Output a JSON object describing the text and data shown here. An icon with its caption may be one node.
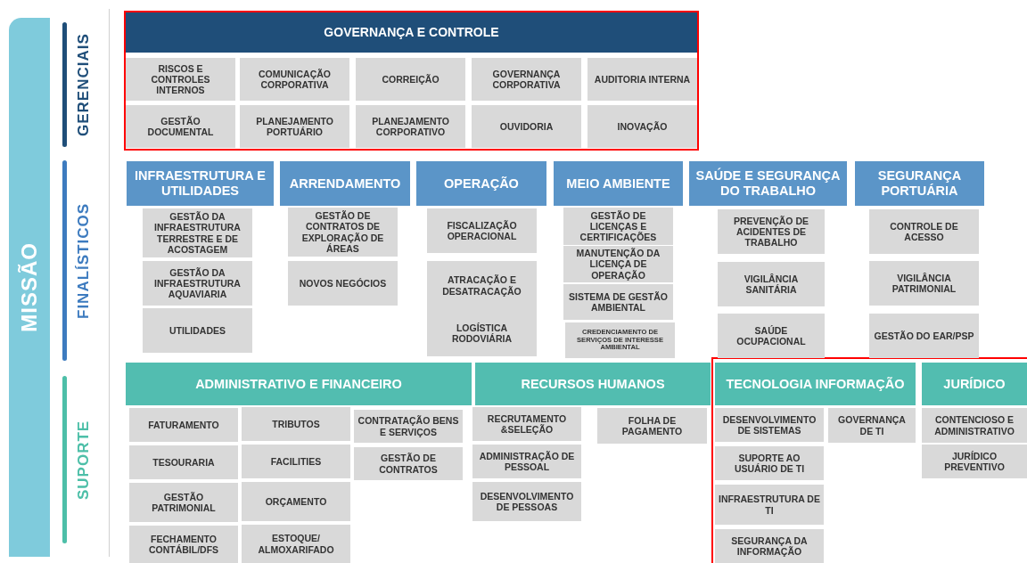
{
  "diagram": {
    "nodes": [
      {
        "text": [
          "MISSÃO"
        ]
      },
      {
        "text": [
          "GOVERNANÇA E CONTROLE"
        ]
      },
      {
        "text": [
          "RISCOS E CONTROLES INTERNOS"
        ]
      },
      {
        "text": [
          "COMUNICAÇÃO CORPORATIVA"
        ]
      },
      {
        "text": [
          "CORREIÇÃO"
        ]
      },
      {
        "text": [
          "GOVERNANÇA CORPORATIVA"
        ]
      },
      {
        "text": [
          "AUDITORIA INTERNA"
        ]
      },
      {
        "text": [
          "GESTÃO DOCUMENTAL"
        ]
      },
      {
        "text": [
          "PLANEJAMENTO PORTUÁRIO"
        ]
      },
      {
        "text": [
          "PLANEJAMENTO CORPORATIVO"
        ]
      },
      {
        "text": [
          "OUVIDORIA"
        ]
      },
      {
        "text": [
          "INOVAÇÃO"
        ]
      },
      {
        "text": [
          "INFRAESTRUTURA E UTILIDADES"
        ]
      },
      {
        "text": [
          "ARRENDAMENTO"
        ]
      },
      {
        "text": [
          "OPERAÇÃO"
        ]
      },
      {
        "text": [
          "MEIO AMBIENTE"
        ]
      },
      {
        "text": [
          "SAÚDE E SEGURANÇA DO TRABALHO"
        ]
      },
      {
        "text": [
          "SEGURANÇA PORTUÁRIA"
        ]
      },
      {
        "text": [
          "GESTÃO DA INFRAESTRUTURA TERRESTRE E DE ACOSTAGEM"
        ]
      },
      {
        "text": [
          "GESTÃO DA INFRAESTRUTURA AQUAVIARIA"
        ]
      },
      {
        "text": [
          "UTILIDADES"
        ]
      },
      {
        "text": [
          "GESTÃO DE CONTRATOS DE EXPLORAÇÃO DE ÁREAS"
        ]
      },
      {
        "text": [
          "NOVOS NEGÓCIOS"
        ]
      },
      {
        "text": [
          "FISCALIZAÇÃO OPERACIONAL"
        ]
      },
      {
        "text": [
          "ATRACAÇÃO E DESATRACAÇÃO"
        ]
      },
      {
        "text": [
          "LOGÍSTICA RODOVIÁRIA"
        ]
      },
      {
        "text": [
          "GESTÃO DE LICENÇAS E CERTIFICAÇÕES"
        ]
      },
      {
        "text": [
          "MANUTENÇÃO DA LICENÇA DE OPERAÇÃO"
        ]
      },
      {
        "text": [
          "SISTEMA DE GESTÃO AMBIENTAL"
        ]
      },
      {
        "text": [
          "CREDENCIAMENTO DE SERVIÇOS DE INTERESSE AMBIENTAL"
        ]
      },
      {
        "text": [
          "PREVENÇÃO DE ACIDENTES DE TRABALHO"
        ]
      },
      {
        "text": [
          "VIGILÂNCIA SANITÁRIA"
        ]
      },
      {
        "text": [
          "SAÚDE OCUPACIONAL"
        ]
      },
      {
        "text": [
          "CONTROLE DE ACESSO"
        ]
      },
      {
        "text": [
          "VIGILÂNCIA PATRIMONIAL"
        ]
      },
      {
        "text": [
          "GESTÃO DO EAR/PSP"
        ]
      },
      {
        "text": [
          "ADMINISTRATIVO E FINANCEIRO"
        ]
      },
      {
        "text": [
          "RECURSOS HUMANOS"
        ]
      },
      {
        "text": [
          "TECNOLOGIA INFORMAÇÃO"
        ]
      },
      {
        "text": [
          "JURÍDICO"
        ]
      },
      {
        "text": [
          "FATURAMENTO"
        ]
      },
      {
        "text": [
          "TESOURARIA"
        ]
      },
      {
        "text": [
          "GESTÃO PATRIMONIAL"
        ]
      },
      {
        "text": [
          "FECHAMENTO CONTÁBIL/DFS"
        ]
      },
      {
        "text": [
          "TRIBUTOS"
        ]
      },
      {
        "text": [
          "FACILITIES"
        ]
      },
      {
        "text": [
          "ORÇAMENTO"
        ]
      },
      {
        "text": [
          "ESTOQUE/ ALMOXARIFADO"
        ]
      },
      {
        "text": [
          "CONTRATAÇÃO BENS E SERVIÇOS"
        ]
      },
      {
        "text": [
          "GESTÃO DE CONTRATOS"
        ]
      },
      {
        "text": [
          "RECRUTAMENTO &SELEÇÃO"
        ]
      },
      {
        "text": [
          "ADMINISTRAÇÃO DE PESSOAL"
        ]
      },
      {
        "text": [
          "DESENVOLVIMENTO DE PESSOAS"
        ]
      },
      {
        "text": [
          "FOLHA DE PAGAMENTO"
        ]
      },
      {
        "text": [
          "DESENVOLVIMENTO DE SISTEMAS"
        ]
      },
      {
        "text": [
          "SUPORTE AO USUÁRIO DE TI"
        ]
      },
      {
        "text": [
          "INFRAESTRUTURA DE TI"
        ]
      },
      {
        "text": [
          "SEGURANÇA DA INFORMAÇÃO"
        ]
      },
      {
        "text": [
          "GOVERNANÇA DE TI"
        ]
      },
      {
        "text": [
          "CONTENCIOSO E ADMINISTRATIVO"
        ]
      },
      {
        "text": [
          "JURÍDICO PREVENTIVO"
        ]
      }
    ],
    "labels": [
      "GERENCIAIS",
      "FINALÍSTICOS",
      "SUPORTE"
    ]
  }
}
